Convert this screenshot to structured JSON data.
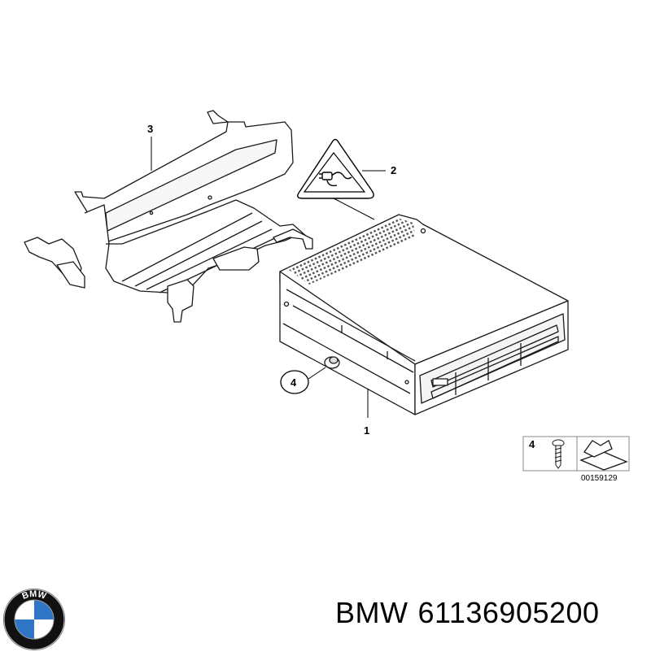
{
  "callouts": {
    "part1": "1",
    "part2": "2",
    "part3": "3",
    "part4": "4"
  },
  "legend": {
    "item_number": "4",
    "diagram_id": "00159129"
  },
  "caption": {
    "brand": "BMW",
    "part_number": "61136905200"
  },
  "logo": {
    "text": "BMW",
    "icon": "bmw-roundel-icon",
    "colors": {
      "blue": "#2f76c6",
      "ring": "#111111",
      "white": "#ffffff"
    }
  }
}
